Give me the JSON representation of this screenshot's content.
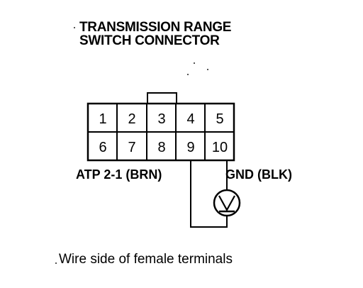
{
  "header": {
    "line1": "TRANSMISSION RANGE",
    "line2": "SWITCH CONNECTOR"
  },
  "connector": {
    "top_row": [
      "1",
      "2",
      "3",
      "4",
      "5"
    ],
    "bottom_row": [
      "6",
      "7",
      "8",
      "9",
      "10"
    ]
  },
  "wires": {
    "left_label": "ATP 2-1 (BRN)",
    "right_label": "GND (BLK)"
  },
  "meter": {
    "symbol": "V"
  },
  "caption": "Wire side of female terminals",
  "colors": {
    "ink": "#000000",
    "background": "#ffffff"
  }
}
